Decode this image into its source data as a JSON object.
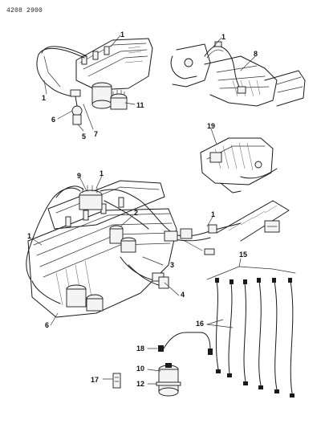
{
  "document_code": "4208 2900",
  "callouts": {
    "c1a": "1",
    "c1b": "1",
    "c6a": "6",
    "c5": "5",
    "c7": "7",
    "c11": "11",
    "c1c": "1",
    "c8": "8",
    "c19": "19",
    "c9": "9",
    "c1d": "1",
    "c2": "2",
    "c1e": "1",
    "c1f": "1",
    "c3": "3",
    "c4": "4",
    "c6b": "6",
    "c15": "15",
    "c16": "16",
    "c18": "18",
    "c10": "10",
    "c12": "12",
    "c17": "17"
  }
}
